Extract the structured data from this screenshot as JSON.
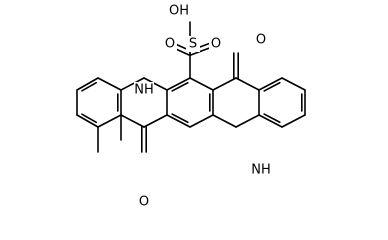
{
  "molecule": {
    "atoms": {
      "hydroxyl": "OH",
      "sulfur": "S",
      "sulfonyl_oxygen_left": "O",
      "sulfonyl_oxygen_right": "O",
      "ketone_oxygen_top": "O",
      "ketone_oxygen_bottom": "O",
      "amine_left": "NH",
      "amine_right": "NH"
    },
    "colors": {
      "ink": "#000000",
      "background": "#ffffff"
    }
  }
}
